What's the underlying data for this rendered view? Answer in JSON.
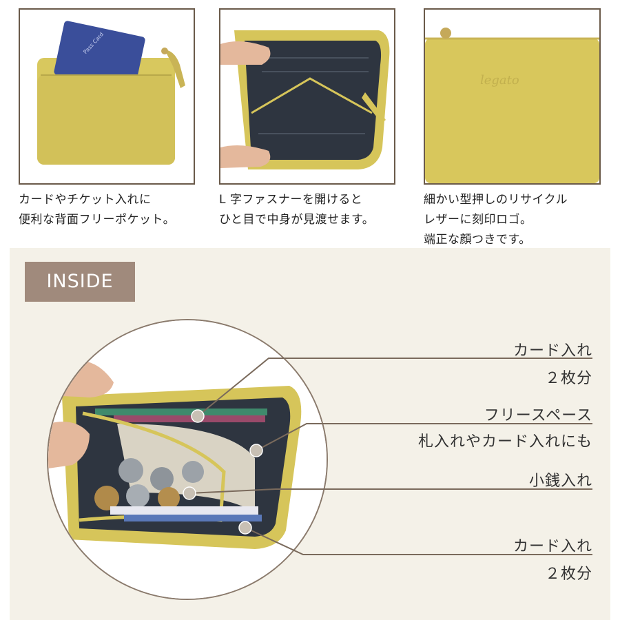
{
  "colors": {
    "panel_border": "#6a5a4a",
    "background_lower": "#f4f1e8",
    "badge": "#a08a7c",
    "wallet_yellow": "#d6c55a",
    "wallet_lining": "#2e3540"
  },
  "panels": [
    {
      "image": "wallet-back-pocket-with-card",
      "card_text": "Pass Card",
      "caption": [
        "カードやチケット入れに",
        "便利な背面フリーポケット。"
      ]
    },
    {
      "image": "wallet-open-l-zipper",
      "caption": [
        "L 字ファスナーを開けると",
        "ひと目で中身が見渡せます。"
      ]
    },
    {
      "image": "wallet-embossed-logo-closeup",
      "logo_text": "legato",
      "caption": [
        "細かい型押しのリサイクル",
        "レザーに刻印ロゴ。",
        "端正な顔つきです。"
      ]
    }
  ],
  "inside_badge": "INSIDE",
  "callouts": [
    {
      "line1": "カード入れ",
      "line2": "２枚分"
    },
    {
      "line1": "フリースペース",
      "line2": "札入れやカード入れにも"
    },
    {
      "line1": "小銭入れ",
      "line2": ""
    },
    {
      "line1": "カード入れ",
      "line2": "２枚分"
    }
  ]
}
